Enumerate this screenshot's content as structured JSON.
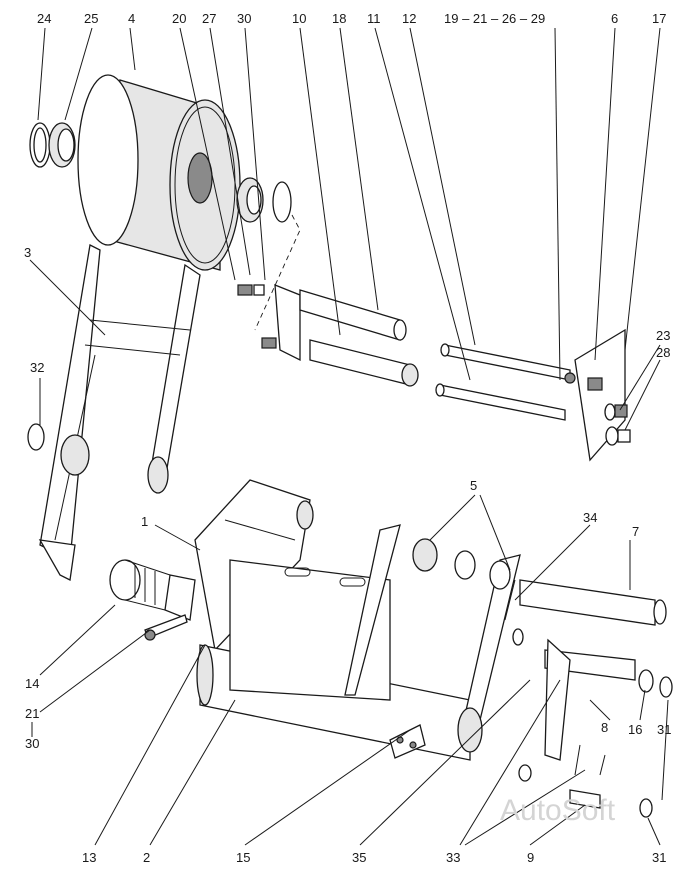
{
  "labels": {
    "l24": "24",
    "l25": "25",
    "l4": "4",
    "l20": "20",
    "l27": "27",
    "l30": "30",
    "l10": "10",
    "l18": "18",
    "l11": "11",
    "l12": "12",
    "l19grp": "19 – 21 – 26 – 29",
    "l6": "6",
    "l17": "17",
    "l3": "3",
    "l23": "23",
    "l28": "28",
    "l32": "32",
    "l5": "5",
    "l34": "34",
    "l7": "7",
    "l1": "1",
    "l14": "14",
    "l21": "21",
    "l30b": "30",
    "l8": "8",
    "l16": "16",
    "l31": "31",
    "l13": "13",
    "l2": "2",
    "l15": "15",
    "l35": "35",
    "l33": "33",
    "l9": "9",
    "l31b": "31"
  },
  "watermark": "AutoSoft"
}
